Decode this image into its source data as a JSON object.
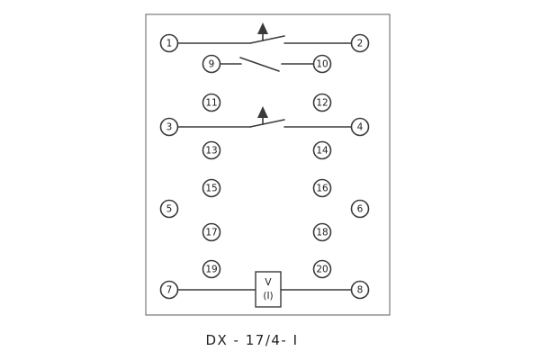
{
  "caption": "DX - 17/4- I",
  "coil": {
    "line1": "V",
    "line2": "(I)"
  },
  "terminals": [
    "1",
    "2",
    "3",
    "4",
    "5",
    "6",
    "7",
    "8",
    "9",
    "10",
    "11",
    "12",
    "13",
    "14",
    "15",
    "16",
    "17",
    "18",
    "19",
    "20"
  ],
  "colors": {
    "line": "#3a3a3a",
    "text": "#1e1e1e",
    "background": "#ffffff"
  }
}
